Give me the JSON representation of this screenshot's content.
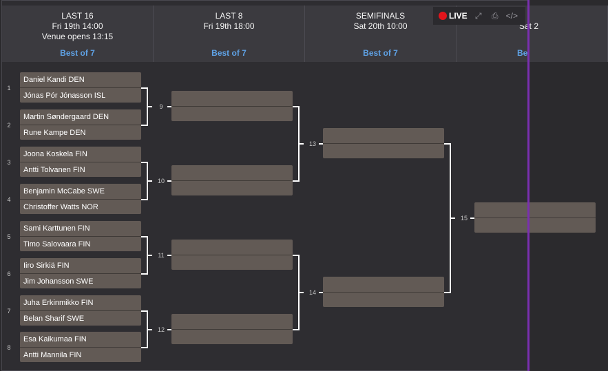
{
  "rounds": [
    {
      "title": "LAST 16",
      "line1": "Fri 19th 14:00",
      "line2": "Venue opens 13:15",
      "best": "Best of 7"
    },
    {
      "title": "LAST 8",
      "line1": "Fri 19th 18:00",
      "line2": "",
      "best": "Best of 7"
    },
    {
      "title": "SEMIFINALS",
      "line1": "Sat 20th 10:00",
      "line2": "",
      "best": "Best of 7"
    },
    {
      "title": "",
      "line1": "Sat 2",
      "line2": "",
      "best": "Be"
    }
  ],
  "toolbar": {
    "live_label": "LIVE",
    "icons": [
      "fullscreen-icon",
      "print-icon",
      "embed-code-icon"
    ]
  },
  "seeds": [
    "1",
    "2",
    "3",
    "4",
    "5",
    "6",
    "7",
    "8"
  ],
  "last16": [
    {
      "p1": "Daniel Kandi DEN",
      "p2": "Jónas Pór Jónasson ISL"
    },
    {
      "p1": "Martin Søndergaard DEN",
      "p2": "Rune Kampe DEN"
    },
    {
      "p1": "Joona Koskela FIN",
      "p2": "Antti Tolvanen FIN"
    },
    {
      "p1": "Benjamin McCabe SWE",
      "p2": "Christoffer Watts NOR"
    },
    {
      "p1": "Sami Karttunen FIN",
      "p2": "Timo Salovaara FIN"
    },
    {
      "p1": "Iiro Sirkiä FIN",
      "p2": "Jim Johansson SWE"
    },
    {
      "p1": "Juha Erkinmikko FIN",
      "p2": "Belan Sharif SWE"
    },
    {
      "p1": "Esa Kaikumaa FIN",
      "p2": "Antti Mannila FIN"
    }
  ],
  "match_numbers": {
    "last8": [
      "9",
      "10",
      "11",
      "12"
    ],
    "semis": [
      "13",
      "14"
    ],
    "final": [
      "15"
    ]
  }
}
